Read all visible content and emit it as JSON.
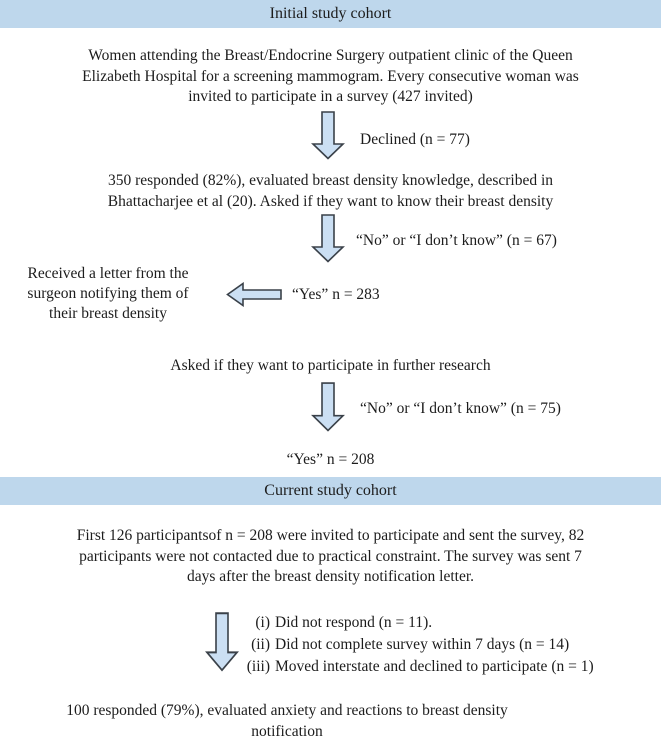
{
  "theme": {
    "header_bg": "#bed7ec",
    "arrow_fill": "#cbdff3",
    "arrow_stroke": "#3a4149",
    "text_color": "#1c1c1c",
    "page_bg": "#ffffff"
  },
  "headers": {
    "initial": "Initial study cohort",
    "current": "Current study cohort"
  },
  "flow": {
    "invited_text": "Women attending the Breast/Endocrine Surgery outpatient clinic of the Queen\nElizabeth Hospital for a screening mammogram. Every consecutive woman was\ninvited to participate in a survey (427 invited)",
    "declined_label": "Declined (n = 77)",
    "responded_text": "350 responded (82%), evaluated breast density knowledge, described in\nBhattacharjee et al (20). Asked if they want to know their breast density",
    "no_dontknow_67_label": "“No” or “I don’t know” (n = 67)",
    "letter_text": "Received a letter from the\nsurgeon notifying them of\ntheir breast density",
    "yes_283_label": "“Yes” n = 283",
    "further_research_text": "Asked if they want to participate in further research",
    "no_dontknow_75_label": "“No” or “I don’t know” (n = 75)",
    "yes_208_label": "“Yes” n = 208",
    "invited_126_text": "First 126 participantsof n = 208 were invited to participate and sent the survey, 82\nparticipants were not contacted due to practical constraint. The survey was sent 7\ndays after the breast density notification letter.",
    "exclusions": [
      {
        "marker": "(i)",
        "text": "Did not respond (n = 11)."
      },
      {
        "marker": "(ii)",
        "text": "Did not complete survey within 7 days (n = 14)"
      },
      {
        "marker": "(iii)",
        "text": "Moved interstate and declined to participate (n = 1)"
      }
    ],
    "final_text": "100 responded (79%), evaluated anxiety and reactions to breast density\nnotification"
  }
}
